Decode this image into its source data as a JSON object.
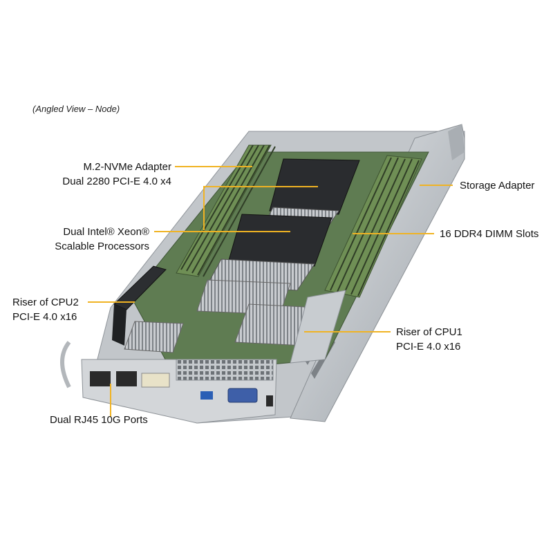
{
  "caption": "(Angled View – Node)",
  "colors": {
    "callout": "#f0b323",
    "chassis": "#b9bec3",
    "dimm_green": "#6f8f55",
    "pcb": "#5f7c52"
  },
  "callouts": {
    "m2_adapter": {
      "line1": "M.2-NVMe Adapter",
      "line2": "Dual 2280 PCI-E 4.0 x4"
    },
    "cpus": {
      "line1": "Dual Intel® Xeon®",
      "line2": "Scalable Processors"
    },
    "riser_cpu2": {
      "line1": "Riser of CPU2",
      "line2": "PCI-E 4.0 x16"
    },
    "rj45": {
      "line1": "Dual RJ45 10G Ports"
    },
    "storage": {
      "line1": "Storage Adapter"
    },
    "dimm": {
      "line1": "16 DDR4 DIMM Slots"
    },
    "riser_cpu1": {
      "line1": "Riser of CPU1",
      "line2": "PCI-E 4.0 x16"
    }
  }
}
